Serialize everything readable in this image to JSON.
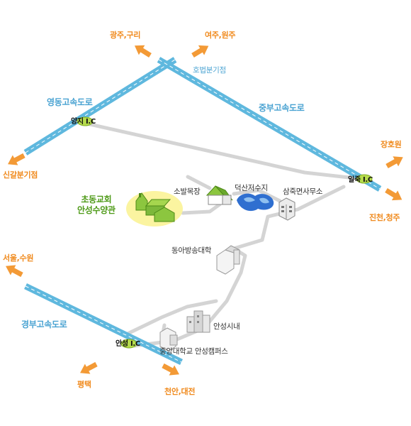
{
  "colors": {
    "highway": "#5fb8de",
    "road": "#d4d4d4",
    "arrow": "#f39a36",
    "direction_text": "#f08a1d",
    "highway_text": "#4aa3d2",
    "church_text": "#4e9a17",
    "interchange": "#b6dc4c"
  },
  "directions": {
    "gwangju_guri": "광주,구리",
    "yeoju_wonju": "여주,원주",
    "singal_junction": "신갈분기점",
    "janghowon": "장호원",
    "jincheon_cheongju": "진천,청주",
    "seoul_suwon": "서울,수원",
    "pyeongtaek": "평택",
    "cheonan_daejeon": "천안,대전"
  },
  "highways": {
    "yeongdong": "영동고속도로",
    "jungbu": "중부고속도로",
    "gyeongbu": "경부고속도로",
    "hobeop_junction": "호법분기점"
  },
  "interchanges": {
    "yangji": "양지 I.C",
    "iljuk": "일죽 I.C",
    "anseong": "안성 I.C"
  },
  "landmarks": {
    "sobal_ranch": "소발목장",
    "deoksan_reservoir": "덕산저수지",
    "samjuk_office": "삼죽면사무소",
    "dong_a_college": "동아방송대학",
    "anseong_downtown": "안성시내",
    "chungang_univ": "중앙대학교  안성캠퍼스",
    "church_line1": "초동교회",
    "church_line2": "안성수양관"
  },
  "icons": [
    "direction-arrow-icon",
    "interchange-marker-icon",
    "building-icon",
    "barn-icon",
    "reservoir-icon",
    "church-icon"
  ]
}
